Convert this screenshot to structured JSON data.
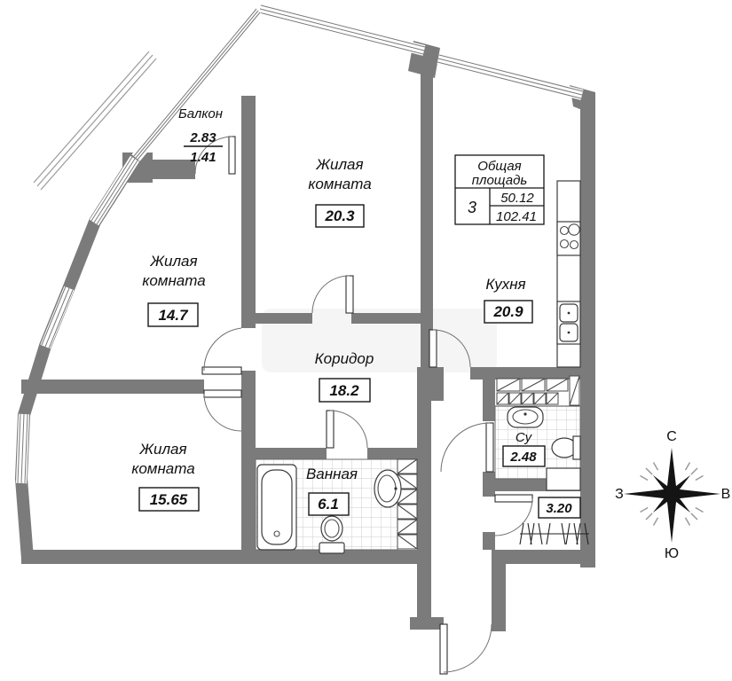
{
  "rooms": {
    "balcony": {
      "label": "Балкон",
      "area_upper": "2.83",
      "area_lower": "1.41"
    },
    "living_top": {
      "label_line1": "Жилая",
      "label_line2": "комната",
      "area": "20.3"
    },
    "living_left": {
      "label_line1": "Жилая",
      "label_line2": "комната",
      "area": "14.7"
    },
    "living_bottom": {
      "label_line1": "Жилая",
      "label_line2": "комната",
      "area": "15.65"
    },
    "corridor": {
      "label": "Коридор",
      "area": "18.2"
    },
    "kitchen": {
      "label": "Кухня",
      "area": "20.9"
    },
    "bathroom": {
      "label": "Ванная",
      "area": "6.1"
    },
    "wc": {
      "label": "Су",
      "area": "2.48"
    },
    "hall": {
      "area": "3.20"
    }
  },
  "summary_table": {
    "header_line1": "Общая",
    "header_line2": "площадь",
    "flat_number": "3",
    "value_top": "50.12",
    "value_bottom": "102.41"
  },
  "compass": {
    "north": "С",
    "east": "В",
    "south": "Ю",
    "west": "З"
  },
  "colors": {
    "wall": "#7b7b7b",
    "line": "#4a4a4a",
    "tile": "#cccccc",
    "text": "#111111",
    "background": "#ffffff"
  }
}
